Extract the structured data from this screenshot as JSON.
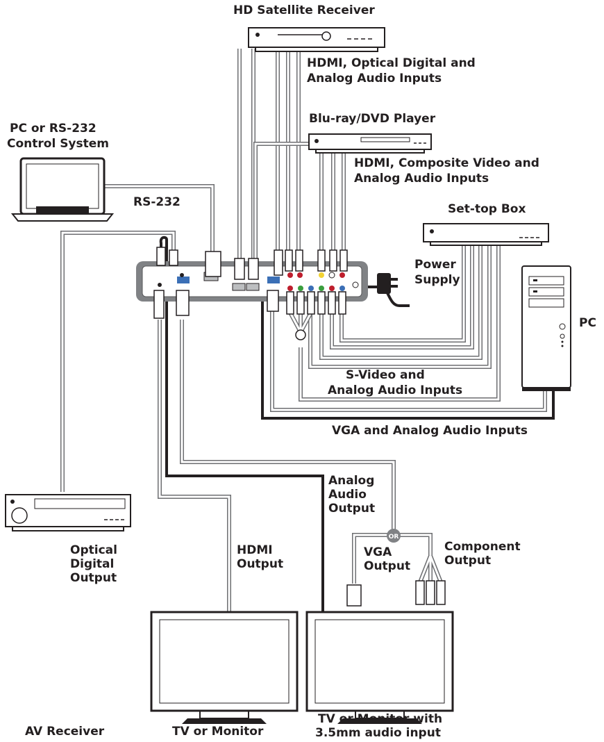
{
  "labels": {
    "hd_satellite": "HD Satellite Receiver",
    "sat_inputs_1": "HDMI, Optical Digital and",
    "sat_inputs_2": "Analog Audio Inputs",
    "bluray": "Blu-ray/DVD Player",
    "bluray_inputs_1": "HDMI, Composite Video and",
    "bluray_inputs_2": "Analog Audio Inputs",
    "pc_rs232_1": "PC or RS-232",
    "pc_rs232_2": "Control System",
    "rs232": "RS-232",
    "settop": "Set-top Box",
    "power_1": "Power",
    "power_2": "Supply",
    "pc": "PC",
    "svideo_1": "S-Video and",
    "svideo_2": "Analog Audio Inputs",
    "vga_inputs": "VGA and Analog Audio Inputs",
    "analog_out_1": "Analog",
    "analog_out_2": "Audio",
    "analog_out_3": "Output",
    "or": "OR",
    "vga_out_1": "VGA",
    "vga_out_2": "Output",
    "component_1": "Component",
    "component_2": "Output",
    "optical_1": "Optical",
    "optical_2": "Digital",
    "optical_3": "Output",
    "hdmi_out_1": "HDMI",
    "hdmi_out_2": "Output",
    "av_receiver": "AV Receiver",
    "tv1": "TV or Monitor",
    "tv2_1": "TV or Monitor with",
    "tv2_2": "3.5mm audio input"
  }
}
